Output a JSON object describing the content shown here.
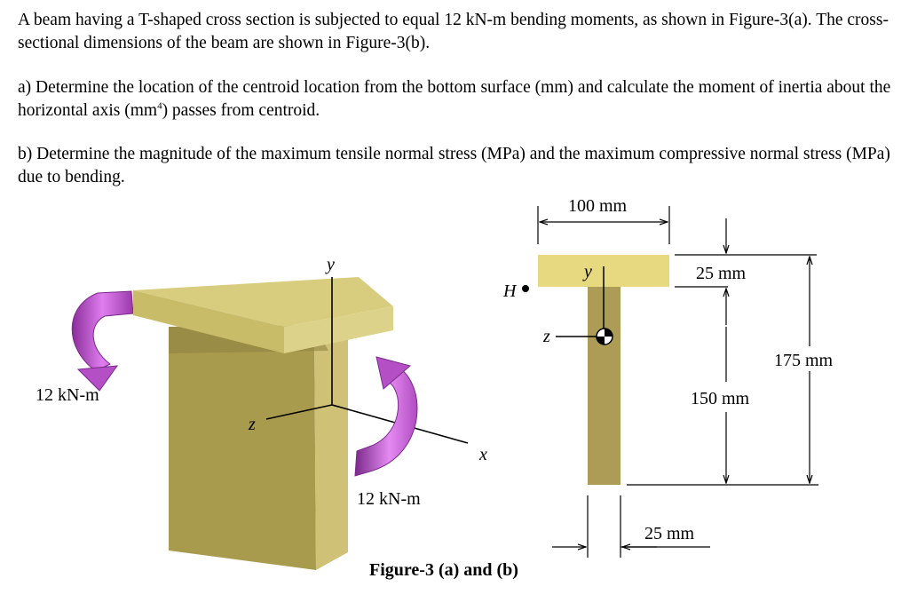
{
  "problem": {
    "intro": "A beam having a T-shaped cross section is subjected to equal 12 kN-m bending moments, as shown in Figure-3(a). The cross-sectional dimensions of the beam are shown in Figure-3(b).",
    "part_a_before": "a) Determine the location of the centroid location from the bottom surface (mm) and calculate the moment of inertia about the horizontal axis (mm",
    "part_a_sup": "4",
    "part_a_after": ") passes from centroid.",
    "part_b": "b) Determine the magnitude of the maximum tensile normal stress (MPa) and the maximum compressive normal stress (MPa) due to bending."
  },
  "figure_a": {
    "moment_left": "12 kN-m",
    "moment_right": "12 kN-m",
    "axis_y": "y",
    "axis_z": "z",
    "axis_x": "x",
    "point_h": "H"
  },
  "figure_b": {
    "flange_width": "100 mm",
    "flange_thickness": "25 mm",
    "total_height": "175 mm",
    "web_height": "150 mm",
    "web_thickness": "25 mm",
    "axis_y": "y",
    "axis_z": "z"
  },
  "caption": "Figure-3 (a) and (b)",
  "colors": {
    "flange_3d_top": "#d8cd7e",
    "flange_3d_front": "#c8bc68",
    "web_3d": "#a99b4e",
    "flange_2d": "#e6d97f",
    "web_2d": "#ac9c55",
    "moment_arrow": "#cc55dd"
  }
}
